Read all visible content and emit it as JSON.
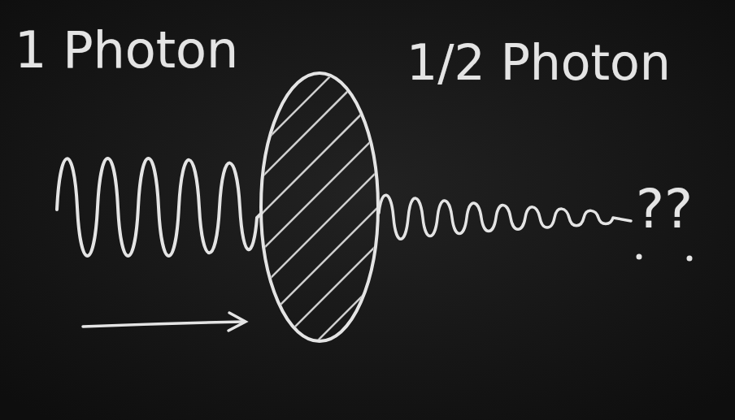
{
  "diagram": {
    "labels": [
      "1 Photon",
      "1/2 Photon",
      "??"
    ]
  }
}
